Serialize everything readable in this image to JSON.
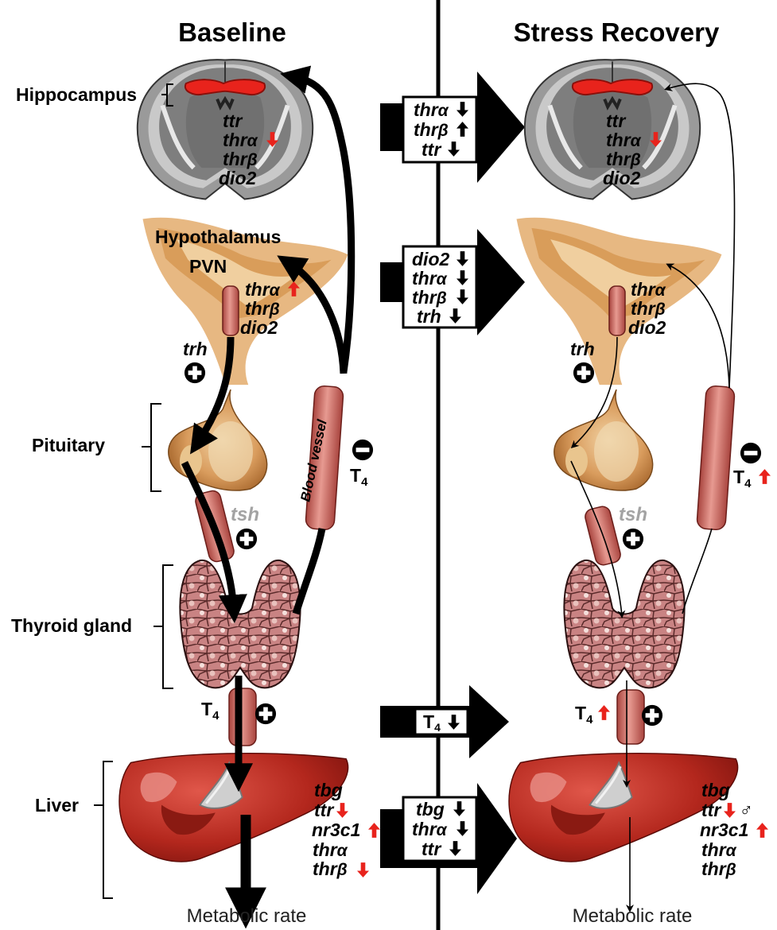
{
  "titles": {
    "baseline": "Baseline",
    "stress": "Stress Recovery"
  },
  "organs": {
    "hippocampus": "Hippocampus",
    "hypothalamus": "Hypothalamus",
    "pvn": "PVN",
    "pituitary": "Pituitary",
    "thyroid": "Thyroid gland",
    "liver": "Liver",
    "blood_vessel": "Blood vessel"
  },
  "hormones": {
    "trh": "trh",
    "tsh": "tsh",
    "t4": "T",
    "t4_sub": "4"
  },
  "metabolic": "Metabolic rate",
  "baseline": {
    "hippocampus_genes": [
      "ttr",
      "thr",
      "thr",
      "dio2"
    ],
    "hippocampus_greek": [
      "",
      "α",
      "β",
      ""
    ],
    "hypothalamus_genes": [
      "thr",
      "thr",
      "dio2"
    ],
    "hypothalamus_greek": [
      "α",
      "β",
      ""
    ],
    "liver_genes": [
      "tbg",
      "ttr",
      "nr3c1",
      "thr",
      "thr"
    ],
    "liver_greek": [
      "",
      "",
      "",
      "α",
      "β"
    ]
  },
  "stress": {
    "hippocampus_genes": [
      "ttr",
      "thr",
      "thr",
      "dio2"
    ],
    "hippocampus_greek": [
      "",
      "α",
      "β",
      ""
    ],
    "hypothalamus_genes": [
      "thr",
      "thr",
      "dio2"
    ],
    "hypothalamus_greek": [
      "α",
      "β",
      ""
    ],
    "liver_genes": [
      "tbg",
      "ttr",
      "nr3c1",
      "thr",
      "thr"
    ],
    "liver_greek": [
      "",
      "",
      "",
      "α",
      "β"
    ],
    "male_symbol": "♂"
  },
  "change_boxes": {
    "hippocampus": {
      "genes": [
        "thr",
        "thr",
        "ttr"
      ],
      "greek": [
        "α",
        "β",
        ""
      ]
    },
    "hypothalamus": {
      "genes": [
        "dio2",
        "thr",
        "thr",
        "trh"
      ],
      "greek": [
        "",
        "α",
        "β",
        ""
      ]
    },
    "t4": {
      "label": "T",
      "sub": "4"
    },
    "liver": {
      "genes": [
        "tbg",
        "thr",
        "ttr"
      ],
      "greek": [
        "",
        "α",
        ""
      ]
    }
  },
  "colors": {
    "up_down_red": "#e8231c",
    "vessel": "#c9605a",
    "liver": "#b8281e",
    "brain_gray": "#8d8d8d",
    "hypothalamus": "#e3b47b"
  }
}
